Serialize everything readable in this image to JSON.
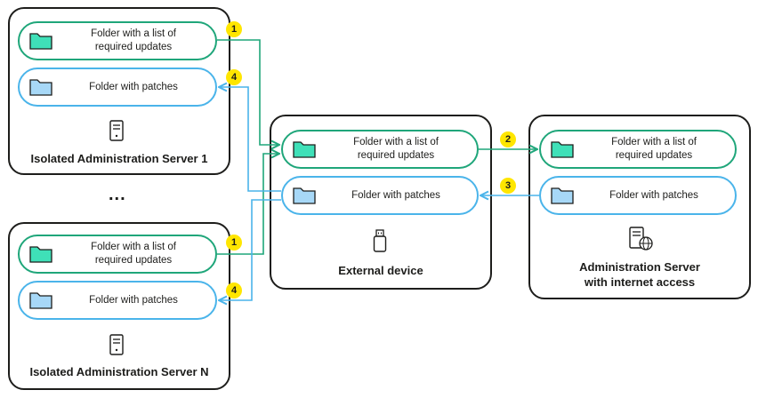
{
  "servers": {
    "isolated_1": {
      "title": "Isolated Administration Server 1",
      "updates_folder": {
        "line1": "Folder with a list of",
        "line2": "required updates"
      },
      "patches_folder": "Folder with patches"
    },
    "isolated_n": {
      "title": "Isolated Administration Server N",
      "updates_folder": {
        "line1": "Folder with a list of",
        "line2": "required updates"
      },
      "patches_folder": "Folder with patches"
    },
    "external": {
      "title": "External device",
      "updates_folder": {
        "line1": "Folder with a list of",
        "line2": "required updates"
      },
      "patches_folder": "Folder with patches"
    },
    "internet": {
      "title_line1": "Administration Server",
      "title_line2": "with internet access",
      "updates_folder": {
        "line1": "Folder with a list of",
        "line2": "required updates"
      },
      "patches_folder": "Folder with patches"
    }
  },
  "ellipsis": "...",
  "steps": {
    "s1a": "1",
    "s1b": "1",
    "s2": "2",
    "s3": "3",
    "s4a": "4",
    "s4b": "4"
  },
  "colors": {
    "updates_flow": "#1fa67a",
    "patches_flow": "#4ab4ea",
    "badge": "#ffe600",
    "folder_green": "#3fe0b8",
    "folder_blue": "#a7d8f7"
  }
}
